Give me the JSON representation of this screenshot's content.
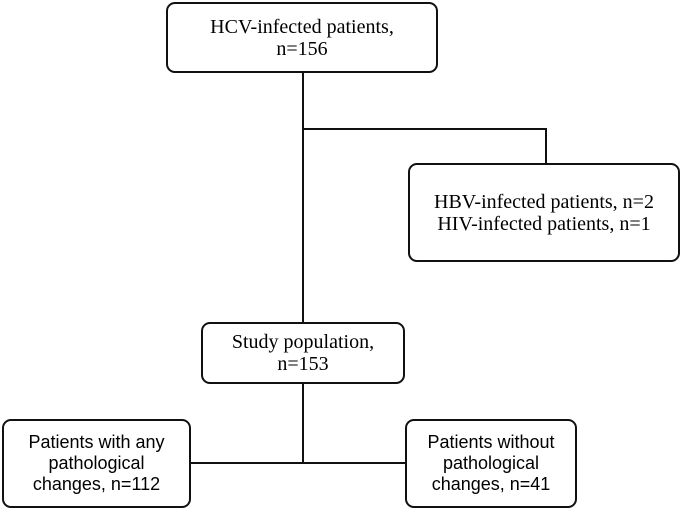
{
  "diagram": {
    "hcv_box": {
      "line1": "HCV-infected patients,",
      "line2": "n=156"
    },
    "exclusion_box": {
      "line1": "HBV-infected patients, n=2",
      "line2": "HIV-infected patients, n=1"
    },
    "study_box": {
      "line1": "Study population,",
      "line2": "n=153"
    },
    "with_changes_box": {
      "line1": "Patients with any",
      "line2": "pathological",
      "line3": "changes, n=112"
    },
    "without_changes_box": {
      "line1": "Patients without",
      "line2": "pathological",
      "line3": "changes, n=41"
    },
    "colors": {
      "stroke": "#111111",
      "background": "#ffffff",
      "text": "#000000"
    }
  }
}
